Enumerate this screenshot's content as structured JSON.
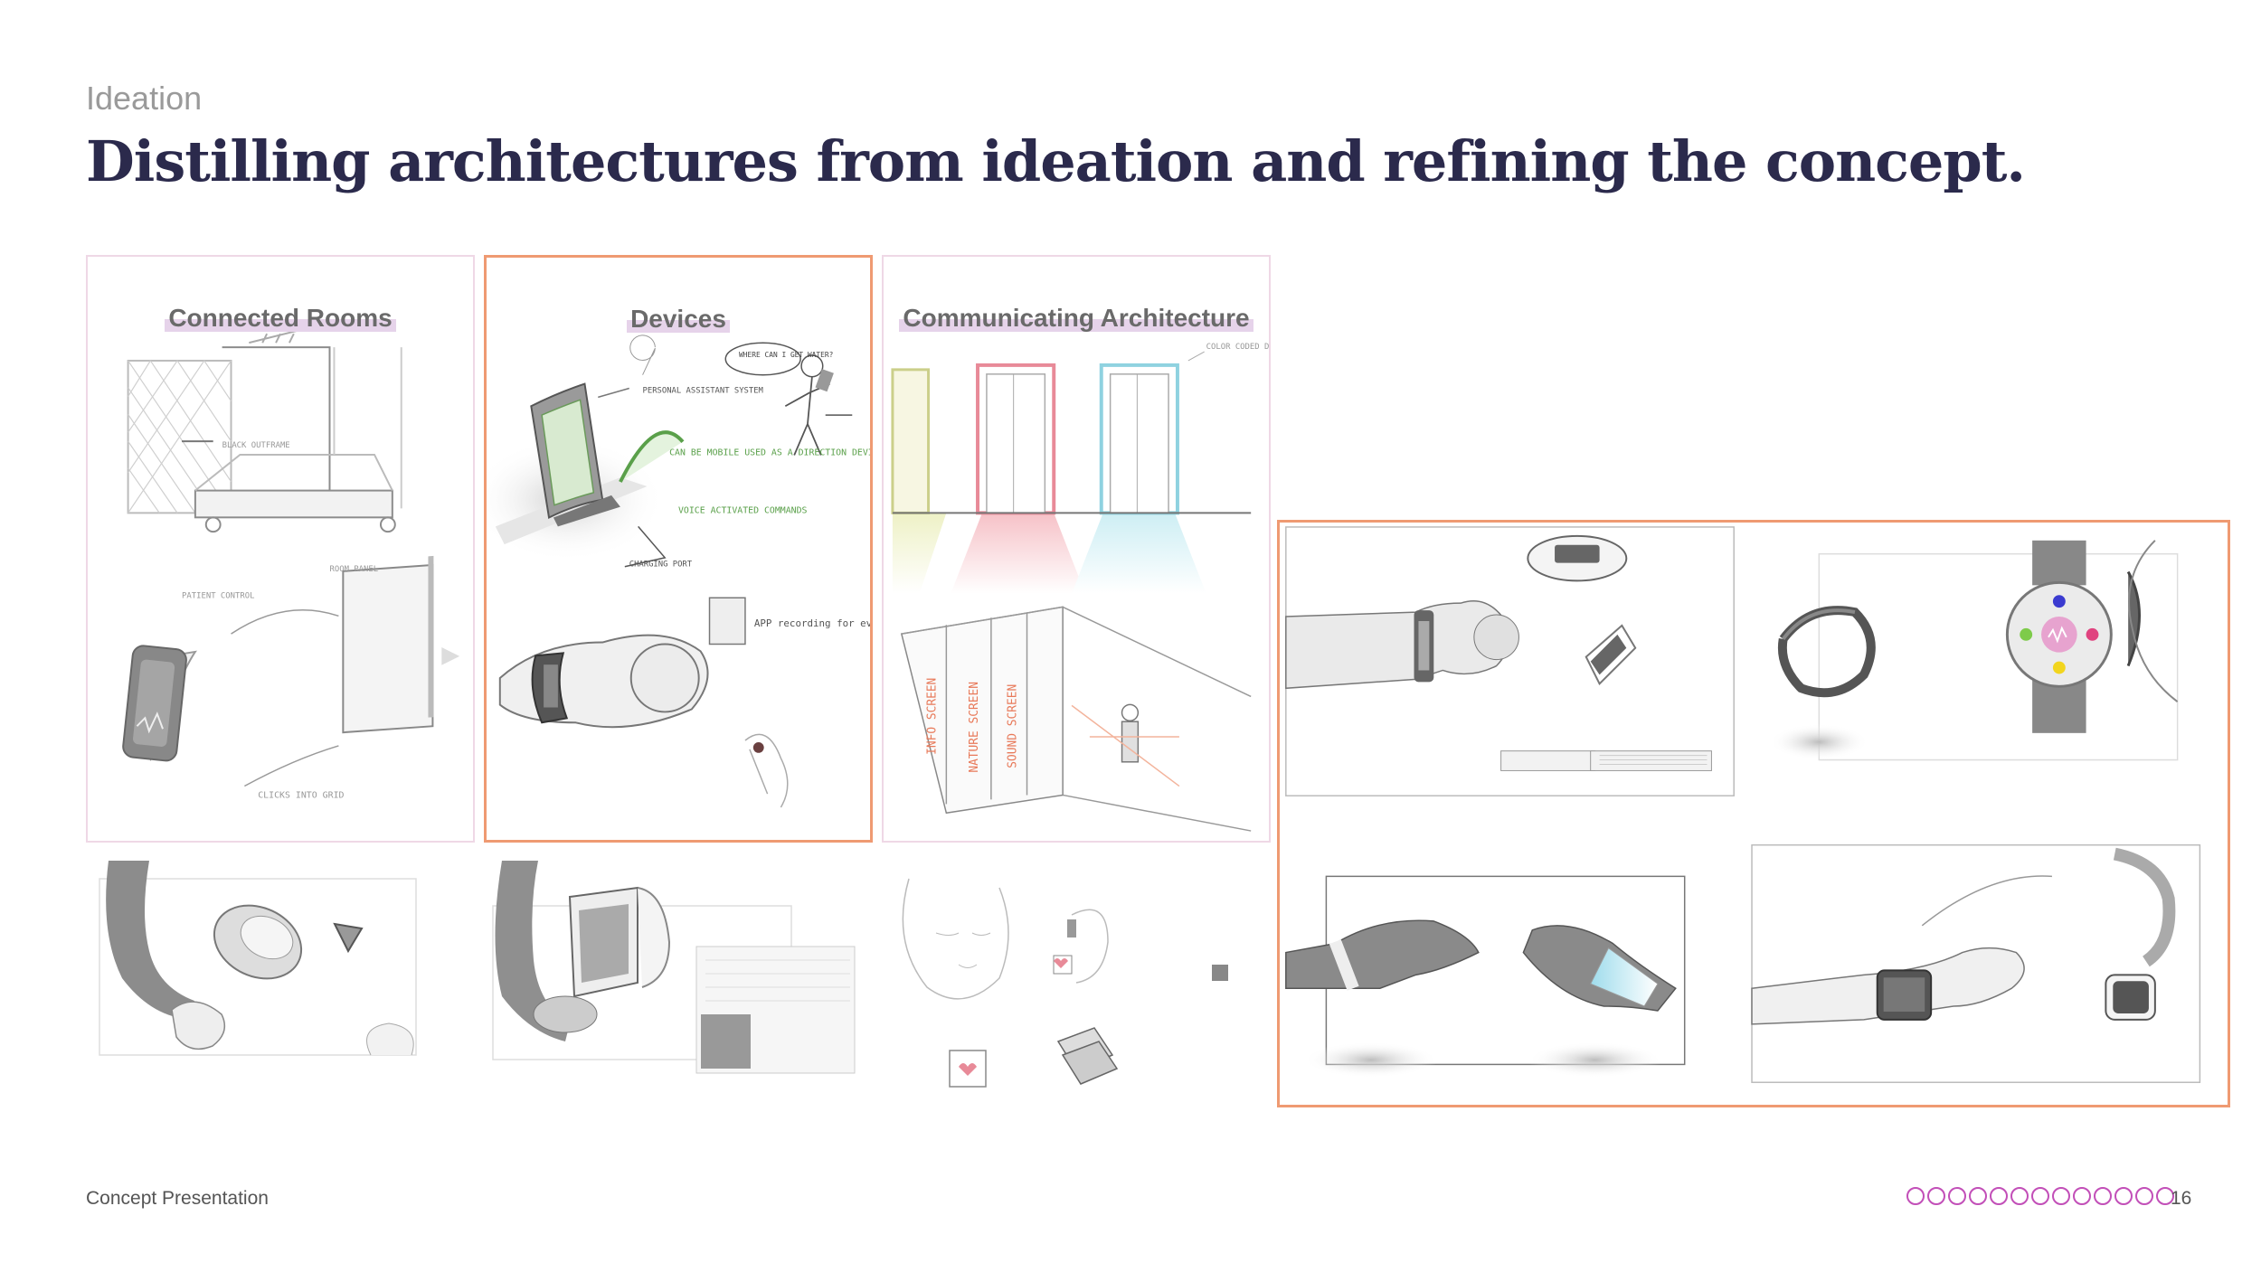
{
  "header": {
    "eyebrow": "Ideation",
    "title": "Distilling architectures from ideation and refining the concept."
  },
  "panels": [
    {
      "label": "Connected Rooms",
      "border_color": "#efd8e6"
    },
    {
      "label": "Devices",
      "border_color": "#ef9a72"
    },
    {
      "label": "Communicating Architecture",
      "border_color": "#efd8e6"
    }
  ],
  "sketch_notes": {
    "rooms": [
      "BLACK OUTFRAME",
      "PATIENT CONTROL",
      "ROOM PANEL",
      "CLICKS INTO GRID"
    ],
    "devices": [
      "WHERE CAN I GET WATER?",
      "PERSONAL ASSISTANT SYSTEM",
      "CAN BE MOBILE USED AS A DIRECTION DEVICE",
      "VOICE ACTIVATED COMMANDS",
      "CHARGING PORT",
      "APP recording for everyone else"
    ],
    "comm": [
      "COLOR CODED DOORS",
      "INFO SCREEN",
      "NATURE SCREEN",
      "SOUND SCREEN"
    ]
  },
  "footer": {
    "left": "Concept Presentation",
    "page": "16",
    "dot_count": 13,
    "dot_color": "#c24fb8"
  },
  "colors": {
    "title": "#2b2a4c",
    "accent_border": "#ef9a72",
    "soft_border": "#efd8e6",
    "highlight": "#e6d3ea"
  }
}
